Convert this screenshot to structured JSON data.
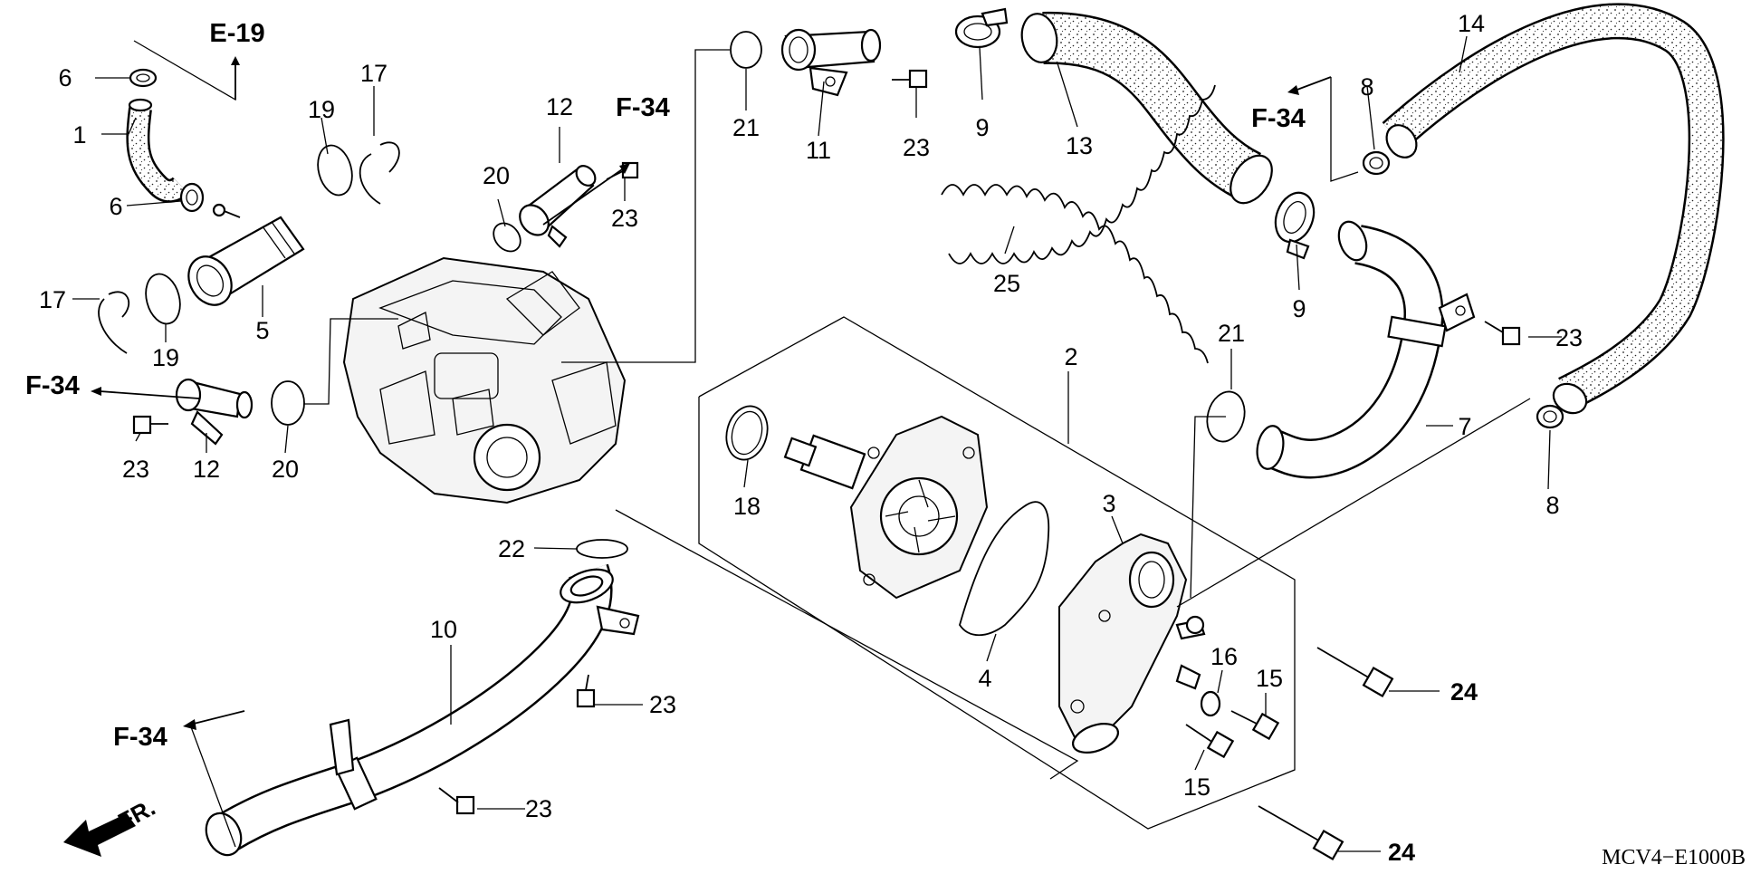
{
  "diagram_code": "MCV4−E1000B",
  "ref_labels": [
    "E-19",
    "F-34",
    "F-34",
    "F-34",
    "F-34"
  ],
  "front_label": "FR.",
  "callouts": [
    "1",
    "2",
    "3",
    "4",
    "5",
    "6",
    "6",
    "7",
    "8",
    "8",
    "9",
    "9",
    "10",
    "11",
    "12",
    "12",
    "13",
    "14",
    "15",
    "15",
    "16",
    "17",
    "17",
    "18",
    "19",
    "19",
    "20",
    "20",
    "21",
    "21",
    "22",
    "23",
    "23",
    "23",
    "23",
    "23",
    "23",
    "24",
    "24",
    "25"
  ]
}
